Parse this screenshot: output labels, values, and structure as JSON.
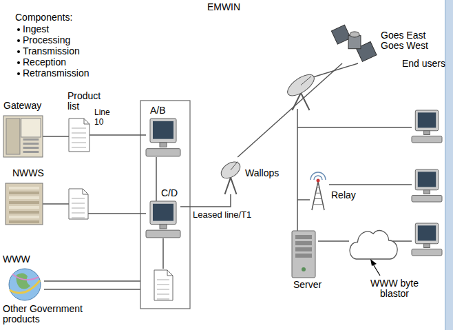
{
  "diagram": {
    "title": "EMWIN",
    "nodes": [
      {
        "text": [
          "Gateway"
        ]
      },
      {
        "text": [
          "Product list"
        ]
      },
      {
        "text": [
          "A/B"
        ]
      },
      {
        "text": [
          "NWWS"
        ]
      },
      {
        "text": [
          "C/D"
        ]
      },
      {
        "text": [
          "WWW",
          "Other Government products"
        ]
      },
      {
        "text": [
          "Wallops"
        ]
      },
      {
        "text": [
          "Goes East Goes West"
        ]
      },
      {
        "text": [
          "Relay"
        ]
      },
      {
        "text": [
          "Server"
        ]
      },
      {
        "text": [
          "End users"
        ]
      }
    ],
    "edges": [
      {
        "from": 0,
        "to": 1,
        "arrow": "none"
      },
      {
        "from": 1,
        "to": 2,
        "label": "Line 10",
        "arrow": "none"
      },
      {
        "from": 2,
        "to": 4,
        "arrow": "none"
      },
      {
        "from": 4,
        "to": 6,
        "label": "Leased line/T1",
        "arrow": "none"
      },
      {
        "from": 6,
        "to": 7,
        "arrow": "none"
      }
    ],
    "labels": [
      "Components:",
      "Ingest",
      "Processing",
      "Transmission",
      "Reception",
      "Retransmission",
      "WWW byte blastor"
    ]
  }
}
